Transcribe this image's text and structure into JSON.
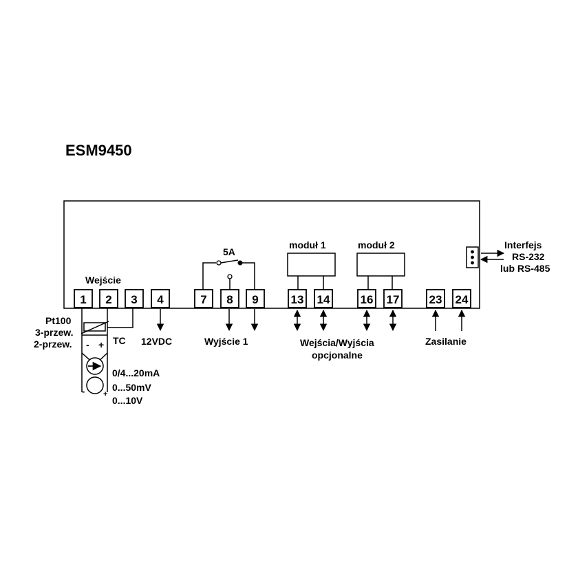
{
  "title": "ESM9450",
  "terminals": [
    "1",
    "2",
    "3",
    "4",
    "7",
    "8",
    "9",
    "13",
    "14",
    "16",
    "17",
    "23",
    "24"
  ],
  "labels": {
    "input": "Wejście",
    "pt100": "Pt100",
    "wire3": "3-przew.",
    "wire2": "2-przew.",
    "tc": "TC",
    "current": "0/4...20mA",
    "mv": "0...50mV",
    "volt": "0...10V",
    "vdc": "12VDC",
    "relay": "5A",
    "output": "Wyjście 1",
    "module1": "moduł 1",
    "module2": "moduł 2",
    "io_line1": "Wejścia/Wyjścia",
    "io_line2": "opcjonalne",
    "power": "Zasilanie",
    "iface1": "Interfejs",
    "iface2": "RS-232",
    "iface3": "lub RS-485",
    "minus": "-",
    "plus": "+"
  }
}
